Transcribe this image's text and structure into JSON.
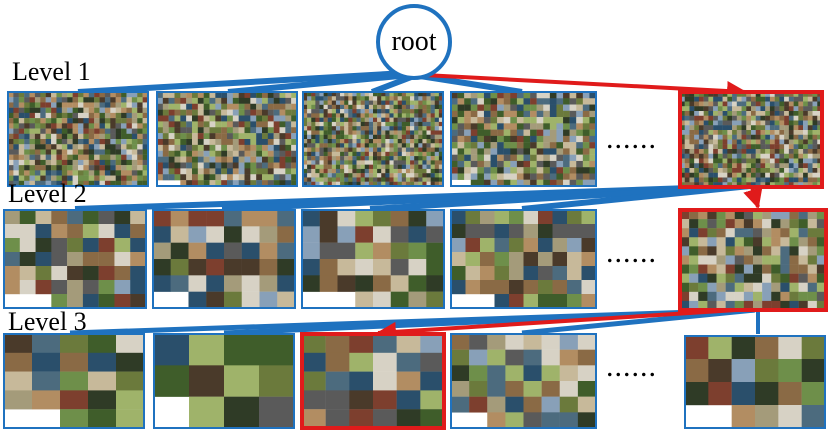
{
  "root_label": "root",
  "levels": [
    {
      "label": "Level 1"
    },
    {
      "label": "Level 2"
    },
    {
      "label": "Level 3"
    }
  ],
  "ellipsis": "......",
  "colors": {
    "blue": "#1f72bf",
    "red": "#e01b1b",
    "tile_palette": [
      "#3f5d2a",
      "#6b7a3c",
      "#8a6a45",
      "#4c6b7e",
      "#a49b7a",
      "#2f3b26",
      "#6e8f4a",
      "#b28d62",
      "#5a5a5a",
      "#c7b99a",
      "#7d3f2e",
      "#2a4f6b",
      "#9fb36a",
      "#d7d2c5",
      "#4a3a2a",
      "#88a0b8"
    ]
  },
  "highlighted_path": [
    "root",
    "level1-node-5",
    "level2-node-5",
    "level3-node-3"
  ]
}
